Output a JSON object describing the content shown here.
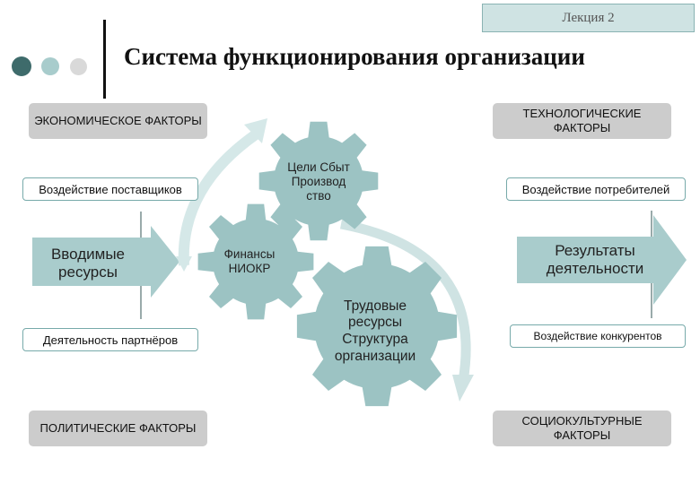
{
  "header": {
    "lecture_label": "Лекция 2",
    "title": "Система функционирования организации"
  },
  "factors": {
    "economic": "ЭКОНОМИЧЕСКОЕ ФАКТОРЫ",
    "technological": "ТЕХНОЛОГИЧЕСКИЕ ФАКТОРЫ",
    "political": "ПОЛИТИЧЕСКИЕ ФАКТОРЫ",
    "sociocultural": "СОЦИОКУЛЬТУРНЫЕ ФАКТОРЫ"
  },
  "influences": {
    "suppliers": "Воздействие поставщиков",
    "partners": "Деятельность партнёров",
    "consumers": "Воздействие потребителей",
    "competitors": "Воздействие конкурентов"
  },
  "flow": {
    "input": "Вводимые ресурсы",
    "output": "Результаты деятельности"
  },
  "gears": {
    "goals": "Цели Сбыт Производ ство",
    "finance": "Финансы НИОКР",
    "labor": "Трудовые ресурсы Структура организации"
  },
  "colors": {
    "gear": "#9cc3c3",
    "arrow": "#a9cccc",
    "factor_bg": "#cccccc",
    "dot_dark": "#3e6b6b",
    "dot_mid": "#a8cccc",
    "dot_light": "#d9d9d9"
  }
}
